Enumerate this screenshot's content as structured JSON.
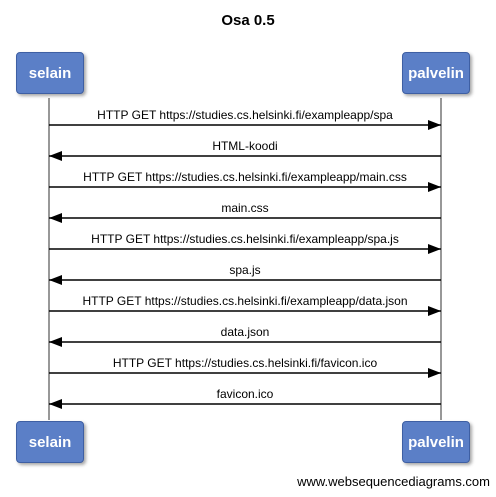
{
  "title": "Osa 0.5",
  "participants": {
    "left": "selain",
    "right": "palvelin"
  },
  "messages": [
    {
      "label": "HTTP GET https://studies.cs.helsinki.fi/exampleapp/spa",
      "direction": "right"
    },
    {
      "label": "HTML-koodi",
      "direction": "left"
    },
    {
      "label": "HTTP GET https://studies.cs.helsinki.fi/exampleapp/main.css",
      "direction": "right"
    },
    {
      "label": "main.css",
      "direction": "left"
    },
    {
      "label": "HTTP GET https://studies.cs.helsinki.fi/exampleapp/spa.js",
      "direction": "right"
    },
    {
      "label": "spa.js",
      "direction": "left"
    },
    {
      "label": "HTTP GET https://studies.cs.helsinki.fi/exampleapp/data.json",
      "direction": "right"
    },
    {
      "label": "data.json",
      "direction": "left"
    },
    {
      "label": "HTTP GET https://studies.cs.helsinki.fi/favicon.ico",
      "direction": "right"
    },
    {
      "label": "favicon.ico",
      "direction": "left"
    }
  ],
  "footer": "www.websequencediagrams.com"
}
